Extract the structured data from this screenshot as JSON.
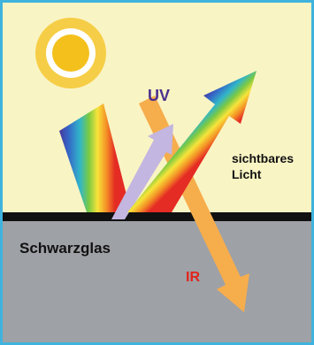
{
  "labels": {
    "uv": "UV",
    "visible_line1": "sichtbares",
    "visible_line2": "Licht",
    "glass": "Schwarzglas",
    "ir": "IR"
  },
  "colors": {
    "sky": "#f9f4c4",
    "glass": "#9ea1a6",
    "frame": "#3fb3dd",
    "surface": "#111111",
    "sun": "#f4c01c",
    "uv_text": "#4c2f8f",
    "ir_text": "#e2231a",
    "uv_arrow": "#c3b6e0",
    "ir_arrow": "#f6ad4c"
  },
  "icons": {
    "sun": "sun-icon"
  }
}
